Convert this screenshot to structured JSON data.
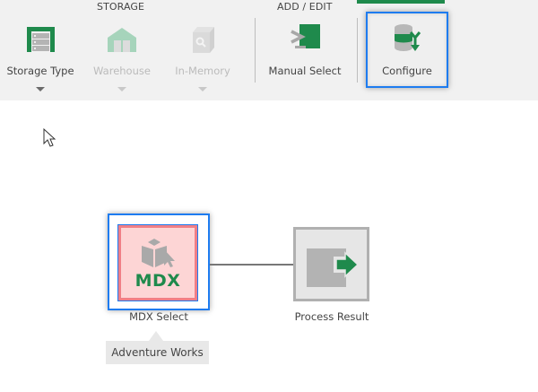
{
  "ribbon": {
    "groups": [
      {
        "label": "STORAGE"
      },
      {
        "label": "ADD / EDIT"
      }
    ],
    "buttons": [
      {
        "label": "Storage Type",
        "icon": "storage-type-icon",
        "enabled": true,
        "has_dropdown": true
      },
      {
        "label": "Warehouse",
        "icon": "warehouse-icon",
        "enabled": false,
        "has_dropdown": true
      },
      {
        "label": "In-Memory",
        "icon": "in-memory-icon",
        "enabled": false,
        "has_dropdown": true
      },
      {
        "label": "Manual Select",
        "icon": "manual-select-icon",
        "enabled": true,
        "has_dropdown": false
      },
      {
        "label": "Configure",
        "icon": "configure-icon",
        "enabled": true,
        "has_dropdown": false,
        "highlighted": true
      }
    ]
  },
  "canvas": {
    "nodes": [
      {
        "id": "mdx",
        "label": "MDX Select",
        "icon_text": "MDX",
        "selected": true,
        "tooltip": "Adventure Works"
      },
      {
        "id": "process",
        "label": "Process Result",
        "selected": false
      }
    ]
  },
  "colors": {
    "accent_green": "#1f8a4c",
    "highlight_blue": "#1e7cf0",
    "mdx_fill": "#fdd5d5",
    "mdx_border": "#f07f86",
    "ribbon_bg": "#f1f1f1"
  }
}
